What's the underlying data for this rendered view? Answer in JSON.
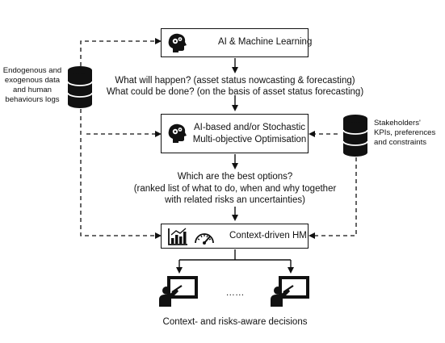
{
  "boxes": {
    "ai_ml": "AI & Machine Learning",
    "optim_line1": "AI-based and/or Stochastic",
    "optim_line2": "Multi-objective Optimisation",
    "hmi": "Context-driven HMI"
  },
  "data_source_left": {
    "lines": [
      "Endogenous and",
      "exogenous data",
      "and human",
      "behaviours logs"
    ]
  },
  "data_source_right": {
    "lines": [
      "Stakeholders'",
      "KPIs, preferences",
      "and constraints"
    ]
  },
  "question1": {
    "line1": "What will happen? (asset status nowcasting & forecasting)",
    "line2": "What could be done? (on the basis of asset status forecasting)"
  },
  "question2": {
    "line1": "Which are the best options?",
    "line2": "(ranked list of what to do, when and why together",
    "line3": "with related risks an uncertainties)"
  },
  "ellipsis": "……",
  "decisions": "Context- and risks-aware decisions",
  "icons": [
    "brain-gears-icon",
    "database-icon",
    "bar-chart-icon",
    "gauge-icon",
    "presenter-icon"
  ]
}
